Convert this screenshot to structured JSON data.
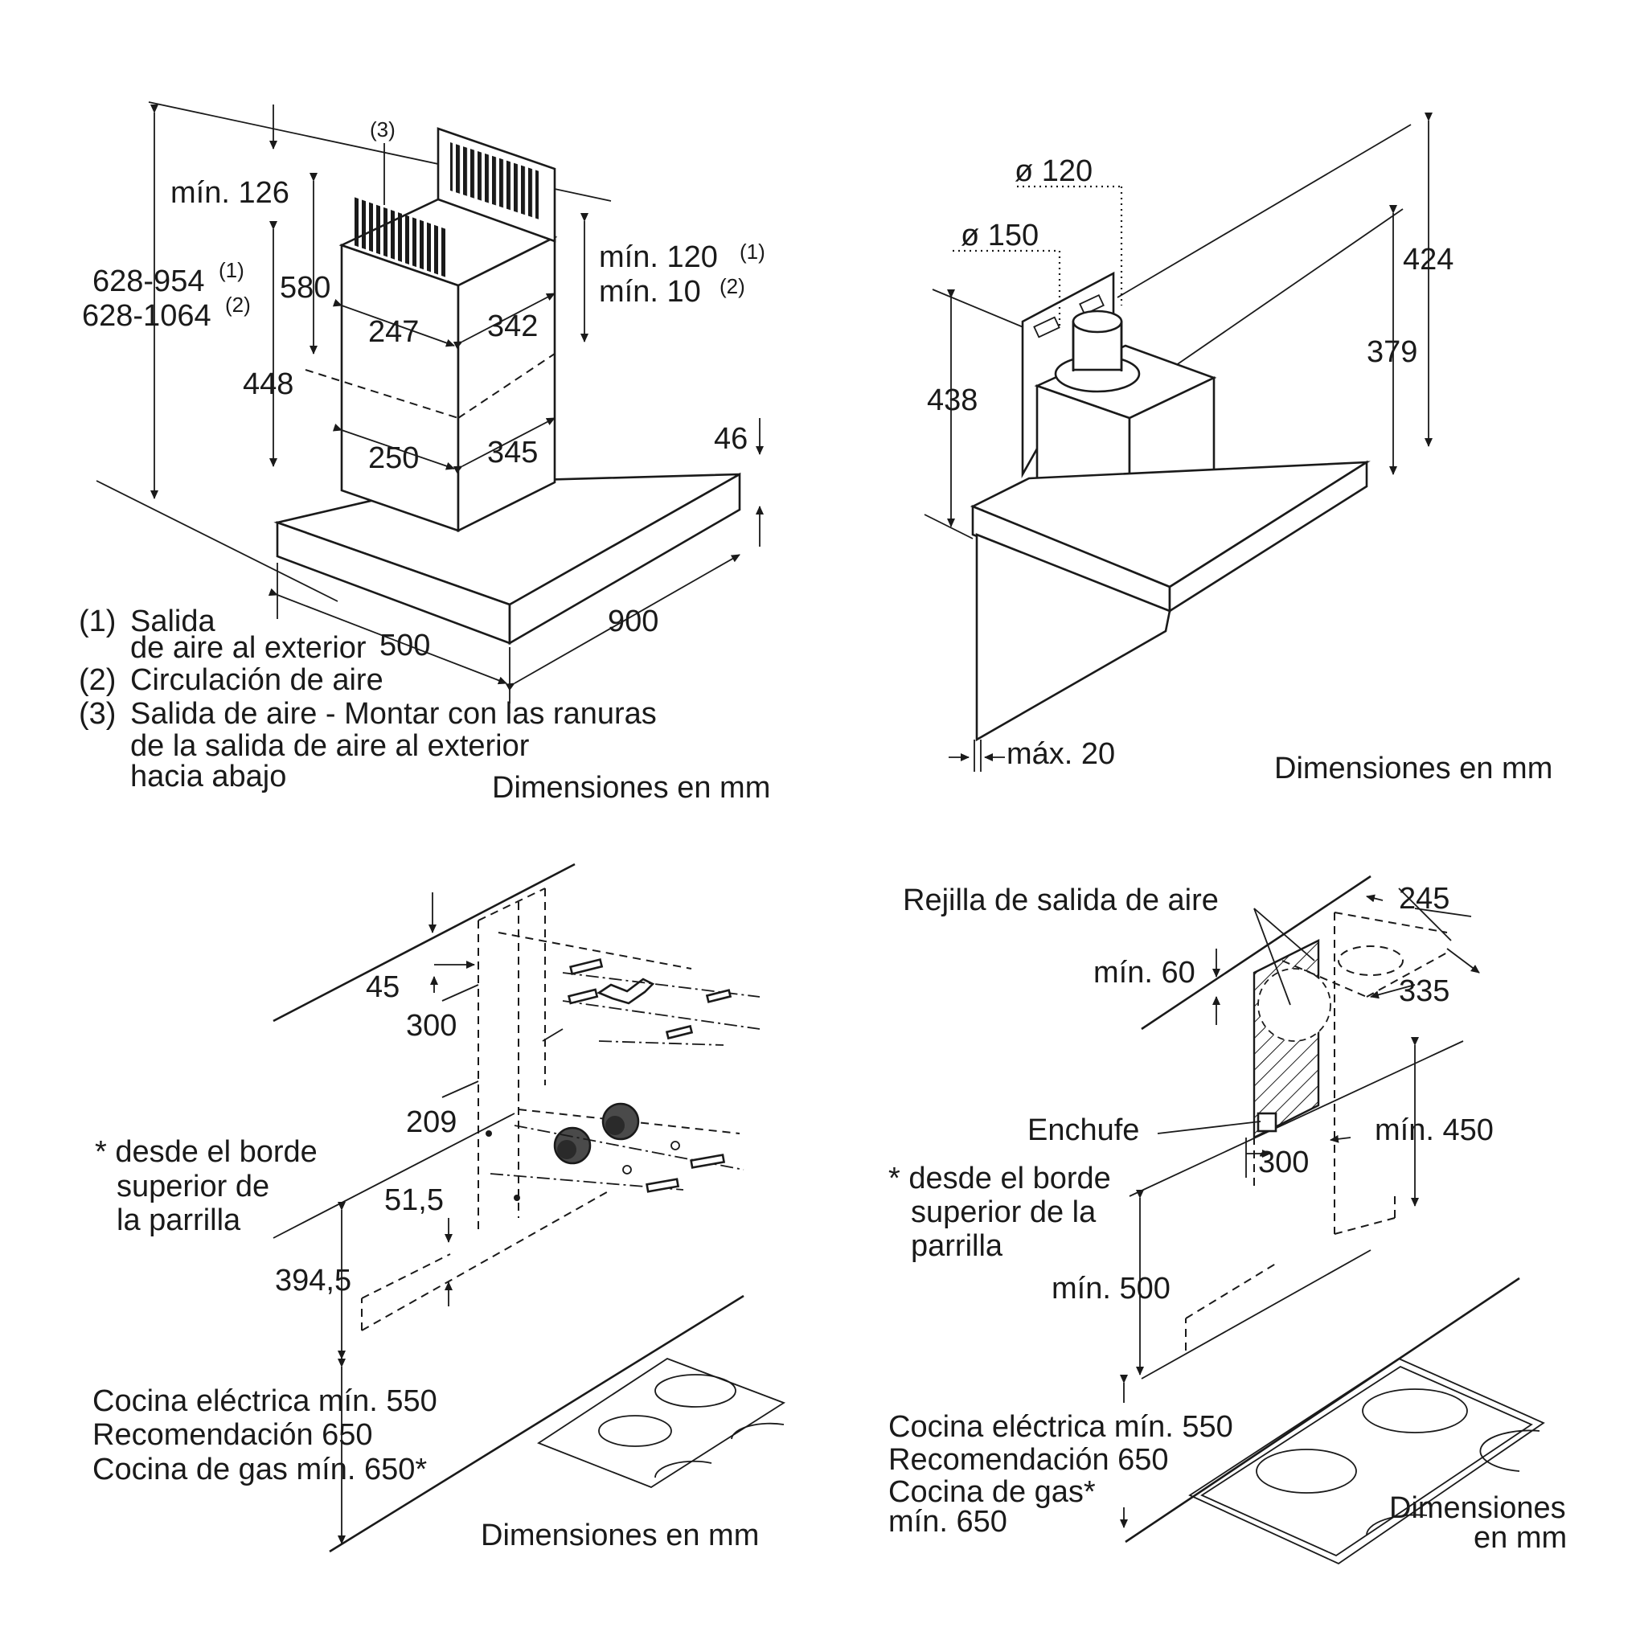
{
  "panel_top_left": {
    "labels": {
      "note3": "(3)",
      "min126": "mín. 126",
      "d580": "580",
      "range1": "628-954",
      "range1_sup": "(1)",
      "range2": "628-1064",
      "range2_sup": "(2)",
      "min120": "mín. 120",
      "min120_sup": "(1)",
      "min10": "mín. 10",
      "min10_sup": "(2)",
      "d247": "247",
      "d342": "342",
      "d448": "448",
      "d250": "250",
      "d345": "345",
      "d46": "46",
      "d500": "500",
      "d900": "900"
    },
    "legend": [
      {
        "num": "(1)",
        "line1": "Salida",
        "line2": "de aire al exterior"
      },
      {
        "num": "(2)",
        "line1": "Circulación de aire",
        "line2": ""
      },
      {
        "num": "(3)",
        "line1": "Salida de aire - Montar con las ranuras",
        "line2": "de la salida de aire al exterior",
        "line3": "hacia abajo"
      }
    ],
    "units": "Dimensiones en mm"
  },
  "panel_top_right": {
    "labels": {
      "d120": "ø 120",
      "d150": "ø 150",
      "d424": "424",
      "d379": "379",
      "d438": "438",
      "max20": "máx. 20"
    },
    "units": "Dimensiones en mm"
  },
  "panel_bottom_left": {
    "labels": {
      "d45": "45",
      "d300": "300",
      "d209": "209",
      "d515": "51,5",
      "d3945": "394,5"
    },
    "note": [
      "* desde el borde",
      "superior de",
      "la parrilla"
    ],
    "cooktop": [
      "Cocina eléctrica mín. 550",
      "Recomendación 650",
      "Cocina de gas mín. 650*"
    ],
    "units": "Dimensiones en mm"
  },
  "panel_bottom_right": {
    "labels": {
      "rejilla": "Rejilla de salida de aire",
      "d245": "245",
      "min60": "mín. 60",
      "d335": "335",
      "enchufe": "Enchufe",
      "d300": "300",
      "min450": "mín. 450",
      "min500": "mín. 500"
    },
    "note": [
      "* desde el borde",
      "superior de la",
      "parrilla"
    ],
    "cooktop": [
      "Cocina eléctrica mín. 550",
      "Recomendación 650",
      "Cocina de gas*",
      "mín. 650"
    ],
    "units_line1": "Dimensiones",
    "units_line2": "en mm"
  }
}
